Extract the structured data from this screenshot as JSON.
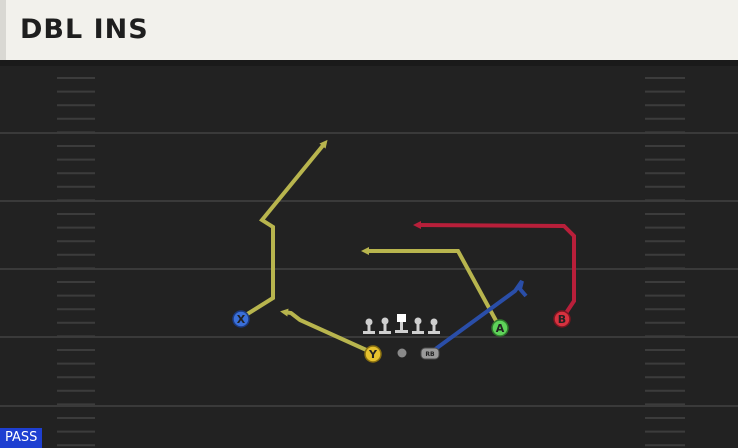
{
  "play": {
    "title": "DBL INS",
    "type_badge": "PASS"
  },
  "players": {
    "x": {
      "label": "X",
      "color": "#3a6fd8"
    },
    "y": {
      "label": "Y",
      "color": "#e6c12e"
    },
    "a": {
      "label": "A",
      "color": "#5fd35a"
    },
    "b": {
      "label": "B",
      "color": "#d7323f"
    },
    "rb": {
      "label": "RB",
      "color": "#9a9a9a"
    }
  },
  "route_colors": {
    "yellow": "#b8b54e",
    "red": "#b81f3a",
    "blue": "#2a4ea8"
  },
  "field_colors": {
    "turf": "#222222",
    "yard_line": "#3a3a3a",
    "hash": "#3c3c3c"
  }
}
